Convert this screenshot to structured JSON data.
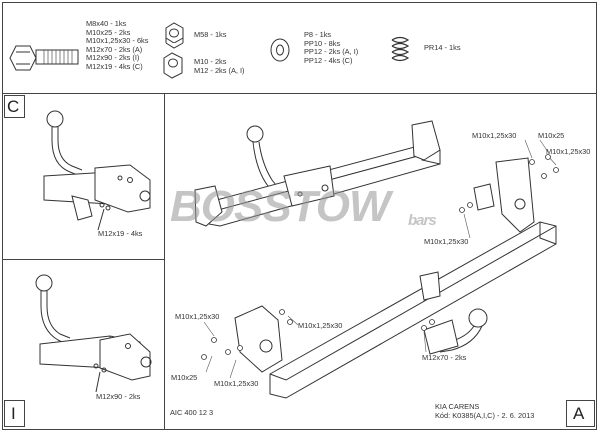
{
  "parts": {
    "bolts_list": "M8x40 - 1ks\nM10x25 - 2ks\nM10x1,25x30 - 6ks\nM12x70 - 2ks (A)\nM12x90 - 2ks (I)\nM12x19 - 4ks (C)",
    "nut_m8": "M58 - 1ks",
    "nuts_list": "M10 - 2ks\nM12 - 2ks (A, I)",
    "washers_list": "P8 - 1ks\nPP10 - 8ks\nPP12 - 2ks (A, I)\nPP12 - 4ks (C)",
    "spring": "PR14 - 1ks"
  },
  "variants": {
    "c_label": "C",
    "c_bolt": "M12x19 - 4ks",
    "i_label": "I",
    "i_bolt": "M12x90 - 2ks",
    "a_label": "A"
  },
  "main": {
    "c1": "M10x1,25x30",
    "c2": "M10x25",
    "c3": "M10x1,25x30",
    "c4": "M10x1,25x30",
    "c5": "M10x1,25x30",
    "c6": "M10x1,25x30",
    "c7": "M10x25",
    "c8": "M10x1,25x30",
    "c9": "M12x70 - 2ks"
  },
  "watermark": {
    "brand": "BOSSTOW",
    "suffix": "bars"
  },
  "footer": {
    "code": "AIC 400 12 3",
    "car": "KIA CARENS",
    "kod": "Kód: K0385(A,I,C) - 2. 6. 2013"
  }
}
